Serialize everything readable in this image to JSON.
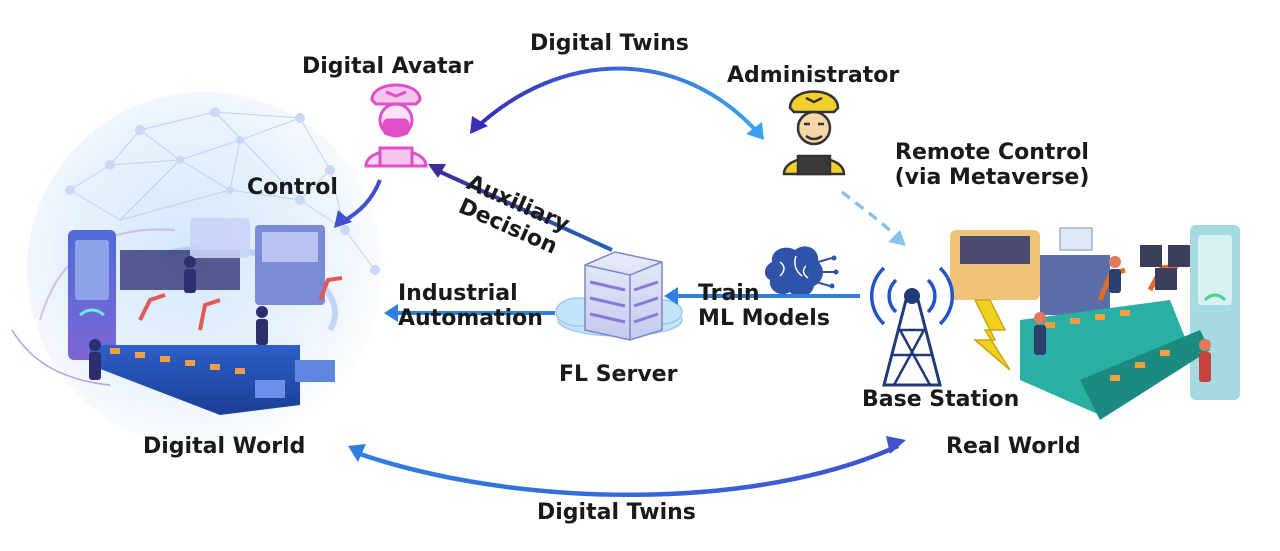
{
  "labels": {
    "digital_twins_top": "Digital Twins",
    "digital_avatar": "Digital Avatar",
    "administrator": "Administrator",
    "remote_control_line1": "Remote Control",
    "remote_control_line2": "(via Metaverse)",
    "control": "Control",
    "auxiliary_line1": "Auxiliary",
    "auxiliary_line2": "Decision",
    "industrial_line1": "Industrial",
    "industrial_line2": "Automation",
    "train_line1": "Train",
    "train_line2": "ML Models",
    "fl_server": "FL Server",
    "base_station": "Base Station",
    "digital_world": "Digital World",
    "real_world": "Real World",
    "digital_twins_bottom": "Digital Twins"
  },
  "colors": {
    "arrow_blue": "#2f7fe0",
    "arrow_purple": "#4a3fc6",
    "avatar_pink": "#e04fc8",
    "admin_yellow": "#f2cf2a",
    "dashed_arrow": "#8cc1ec",
    "lightning": "#f0d020",
    "text": "#1a1a1a"
  }
}
